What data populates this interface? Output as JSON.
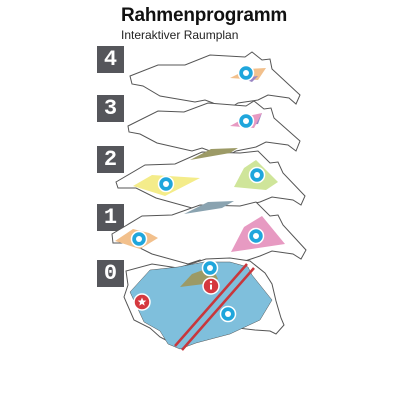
{
  "header": {
    "title": "Rahmenprogramm",
    "subtitle": "Interaktiver Raumplan"
  },
  "floors": [
    {
      "label": "4"
    },
    {
      "label": "3"
    },
    {
      "label": "2"
    },
    {
      "label": "1"
    },
    {
      "label": "0"
    }
  ],
  "colors": {
    "outline": "#555555",
    "badge": "#55565b",
    "marker_cyan": "#1fa6dc",
    "marker_red": "#d5383e",
    "water": "#7fbfdc",
    "orange": "#f2c08c",
    "pink": "#e79ac2",
    "yellow": "#f4ec8a",
    "green": "#cfe59a",
    "olive": "#9c9a66",
    "steel": "#8aa3b0",
    "purple": "#9a86c4",
    "rail": "#c8373c"
  },
  "icons": {
    "star_marker": "star-icon",
    "info_marker": "info-icon",
    "location_marker": "location-pin-icon"
  }
}
